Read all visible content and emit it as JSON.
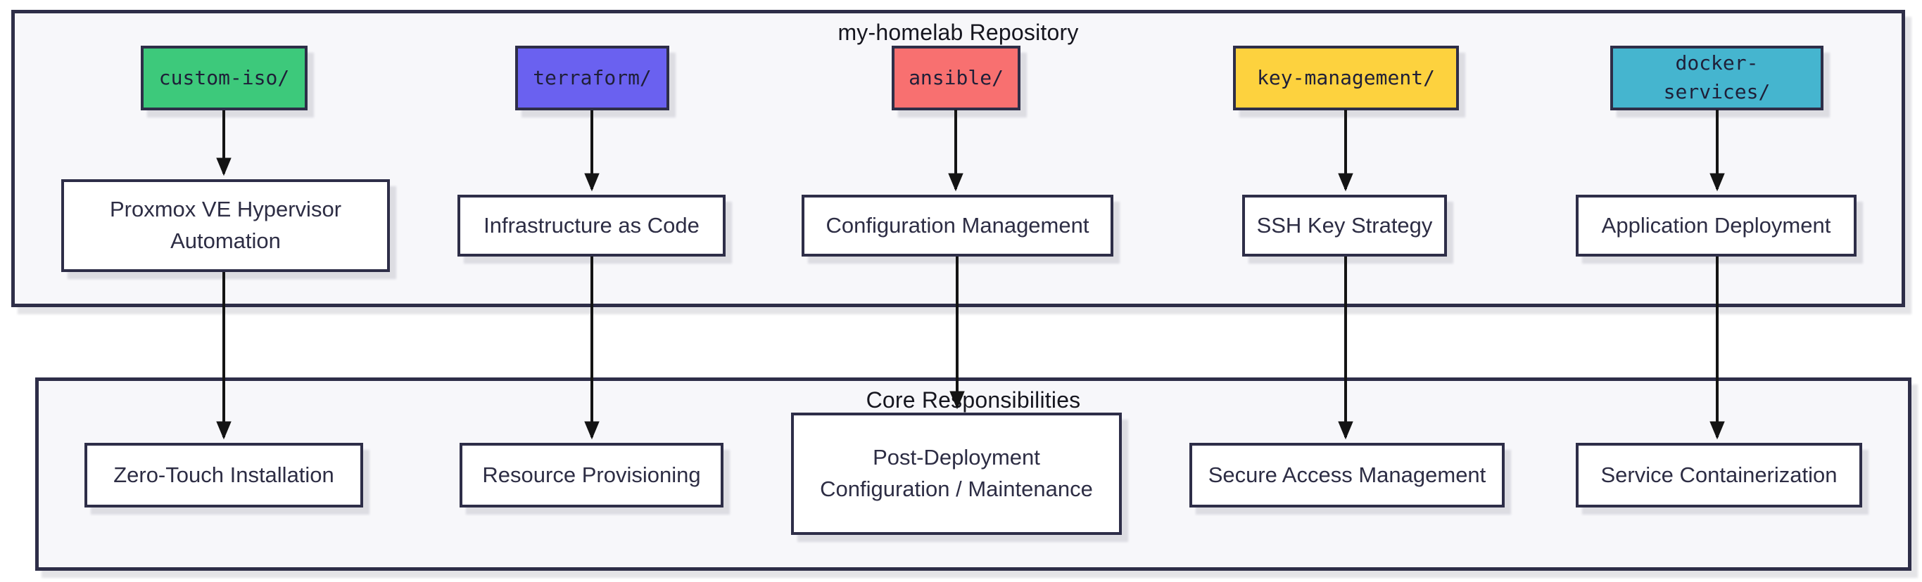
{
  "groups": {
    "repository": {
      "title": "my-homelab Repository"
    },
    "core": {
      "title": "Core Responsibilities"
    }
  },
  "columns": [
    {
      "dir": "custom-iso/",
      "dir_color": "#3dc97b",
      "function": "Proxmox VE Hypervisor Automation",
      "responsibility": "Zero-Touch Installation"
    },
    {
      "dir": "terraform/",
      "dir_color": "#6a61f0",
      "function": "Infrastructure as Code",
      "responsibility": "Resource Provisioning"
    },
    {
      "dir": "ansible/",
      "dir_color": "#f87070",
      "function": "Configuration Management",
      "responsibility": "Post-Deployment Configuration / Maintenance"
    },
    {
      "dir": "key-management/",
      "dir_color": "#fdd23e",
      "function": "SSH Key Strategy",
      "responsibility": "Secure Access Management"
    },
    {
      "dir": "docker-services/",
      "dir_color": "#45b5cf",
      "function": "Application Deployment",
      "responsibility": "Service Containerization"
    }
  ],
  "edges": [
    {
      "from": "custom-iso/",
      "to": "Proxmox VE Hypervisor Automation"
    },
    {
      "from": "terraform/",
      "to": "Infrastructure as Code"
    },
    {
      "from": "ansible/",
      "to": "Configuration Management"
    },
    {
      "from": "key-management/",
      "to": "SSH Key Strategy"
    },
    {
      "from": "docker-services/",
      "to": "Application Deployment"
    },
    {
      "from": "Proxmox VE Hypervisor Automation",
      "to": "Zero-Touch Installation"
    },
    {
      "from": "Infrastructure as Code",
      "to": "Resource Provisioning"
    },
    {
      "from": "Configuration Management",
      "to": "Post-Deployment Configuration / Maintenance"
    },
    {
      "from": "SSH Key Strategy",
      "to": "Secure Access Management"
    },
    {
      "from": "Application Deployment",
      "to": "Service Containerization"
    }
  ],
  "colors": {
    "page_background": "#ffffff",
    "group_fill": "#f7f7fa",
    "node_fill": "#ffffff",
    "node_border": "#2e2e48",
    "node_text": "#2d2d44",
    "arrow": "#141414"
  }
}
